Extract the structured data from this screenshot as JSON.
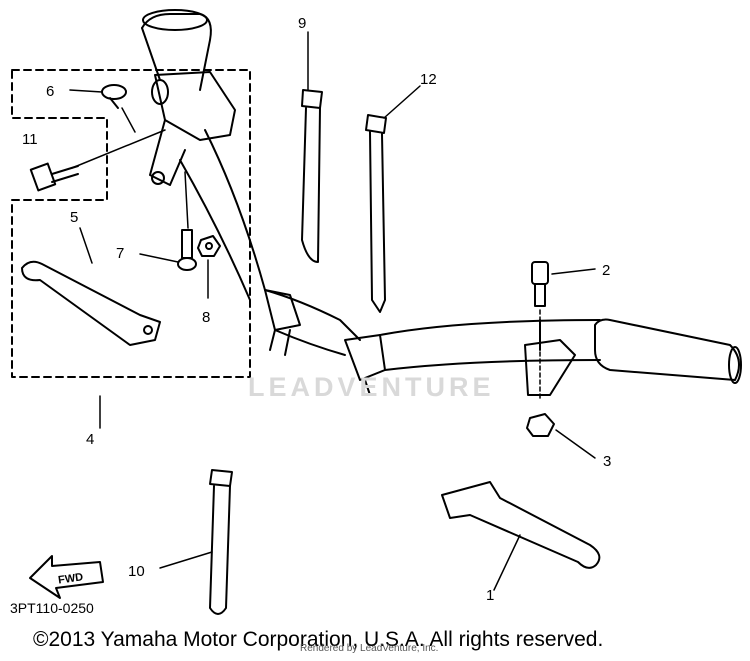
{
  "callouts": [
    "1",
    "2",
    "3",
    "4",
    "5",
    "6",
    "7",
    "8",
    "9",
    "10",
    "11",
    "12"
  ],
  "fwd_label": "FWD",
  "watermark": "LEADVENTURE",
  "part_code": "3PT110-0250",
  "copyright": "©2013 Yamaha Motor Corporation, U.S.A. All rights reserved.",
  "rendered_by": "Rendered by LeadVenture, Inc."
}
